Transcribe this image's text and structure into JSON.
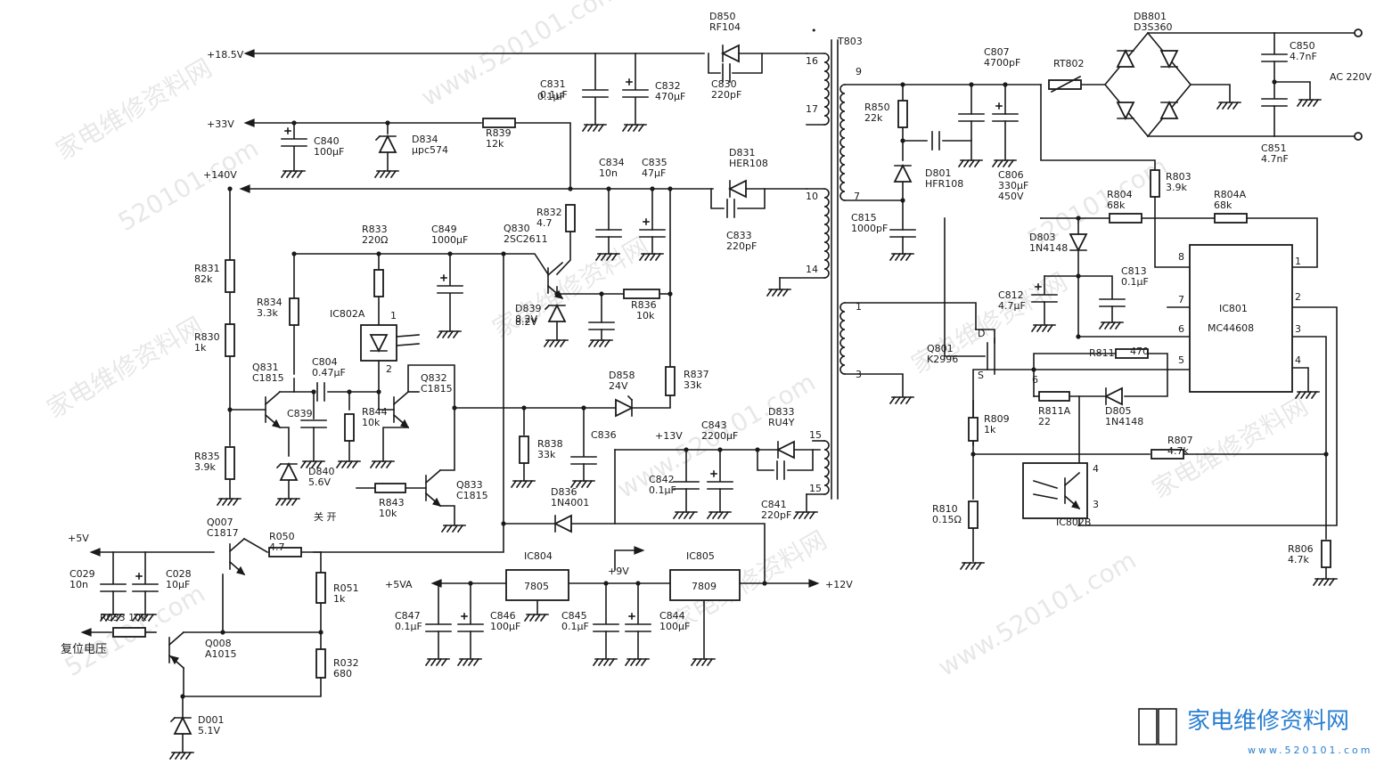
{
  "rails": {
    "v185": "+18.5V",
    "v33": "+33V",
    "v140": "+140V",
    "v13": "+13V",
    "v12": "+12V",
    "v9": "+9V",
    "v5va": "+5VA",
    "v5": "+5V",
    "ac": "AC 220V",
    "reset": "复位电压",
    "switch": "关 开"
  },
  "ics": [
    {
      "ref": "IC801",
      "part": "MC44608",
      "pins": [
        "1",
        "2",
        "3",
        "4",
        "5",
        "6",
        "7",
        "8"
      ]
    },
    {
      "ref": "IC804",
      "part": "7805"
    },
    {
      "ref": "IC805",
      "part": "7809"
    }
  ],
  "transformer": {
    "ref": "T803",
    "pins": [
      "16",
      "17",
      "10",
      "14",
      "15",
      "15",
      "9",
      "7",
      "1",
      "3"
    ]
  },
  "components": {
    "D850": [
      "D850",
      "RF104"
    ],
    "C830": [
      "C830",
      "220pF"
    ],
    "C831": [
      "C831",
      "0.1μF"
    ],
    "C832": [
      "C832",
      "470μF"
    ],
    "C840": [
      "C840",
      "100μF"
    ],
    "D834": [
      "D834",
      "μpc574"
    ],
    "R839": [
      "R839",
      "12k"
    ],
    "C834": [
      "C834",
      "10n"
    ],
    "C835": [
      "C835",
      "47μF"
    ],
    "D831": [
      "D831",
      "HER108"
    ],
    "C833": [
      "C833",
      "220pF"
    ],
    "R832": [
      "R832",
      "4.7"
    ],
    "R833": [
      "R833",
      "220Ω"
    ],
    "C849": [
      "C849",
      "1000μF"
    ],
    "Q830": [
      "Q830",
      "2SC2611"
    ],
    "R831": [
      "R831",
      "82k"
    ],
    "R834": [
      "R834",
      "3.3k"
    ],
    "IC802A": [
      "IC802A"
    ],
    "D839": [
      "D839",
      "8.2V"
    ],
    "R836": [
      "R836",
      "10k"
    ],
    "R830": [
      "R830",
      "1k"
    ],
    "Q831": [
      "Q831",
      "C1815"
    ],
    "C804": [
      "C804",
      "0.47μF"
    ],
    "C839": [
      "C839"
    ],
    "R844": [
      "R844",
      "10k"
    ],
    "Q832": [
      "Q832",
      "C1815"
    ],
    "D858": [
      "D858",
      "24V"
    ],
    "R837": [
      "R837",
      "33k"
    ],
    "R835": [
      "R835",
      "3.9k"
    ],
    "D840": [
      "D840",
      "5.6V"
    ],
    "R838": [
      "R838",
      "33k"
    ],
    "C836": [
      "C836"
    ],
    "C843": [
      "C843",
      "2200μF"
    ],
    "D833": [
      "D833",
      "RU4Y"
    ],
    "C841": [
      "C841",
      "220pF"
    ],
    "C842": [
      "C842",
      "0.1μF"
    ],
    "R843": [
      "R843",
      "10k"
    ],
    "Q833": [
      "Q833",
      "C1815"
    ],
    "D836": [
      "D836",
      "1N4001"
    ],
    "Q007": [
      "Q007",
      "C1817"
    ],
    "R050": [
      "R050",
      "4.7"
    ],
    "C029": [
      "C029",
      "10n"
    ],
    "C028": [
      "C028",
      "10μF"
    ],
    "R051": [
      "R051",
      "1k"
    ],
    "R033": [
      "R033",
      "10k"
    ],
    "Q008": [
      "Q008",
      "A1015"
    ],
    "R032": [
      "R032",
      "680"
    ],
    "D001": [
      "D001",
      "5.1V"
    ],
    "C847": [
      "C847",
      "0.1μF"
    ],
    "C846": [
      "C846",
      "100μF"
    ],
    "C845": [
      "C845",
      "0.1μF"
    ],
    "C844": [
      "C844",
      "100μF"
    ],
    "DB801": [
      "DB801",
      "D3S360"
    ],
    "C850": [
      "C850",
      "4.7nF"
    ],
    "C851": [
      "C851",
      "4.7nF"
    ],
    "C807": [
      "C807",
      "4700pF"
    ],
    "RT802": [
      "RT802"
    ],
    "R850": [
      "R850",
      "22k"
    ],
    "D801": [
      "D801",
      "HFR108"
    ],
    "C806": [
      "C806",
      "330μF",
      "450V"
    ],
    "C815": [
      "C815",
      "1000pF"
    ],
    "R803": [
      "R803",
      "3.9k"
    ],
    "R804": [
      "R804",
      "68k"
    ],
    "R804A": [
      "R804A",
      "68k"
    ],
    "D803": [
      "D803",
      "1N4148"
    ],
    "C813": [
      "C813",
      "0.1μF"
    ],
    "C812": [
      "C812",
      "4.7μF"
    ],
    "Q801": [
      "Q801",
      "K2996"
    ],
    "R811": [
      "R811",
      "470"
    ],
    "R811A": [
      "R811A",
      "22"
    ],
    "D805": [
      "D805",
      "1N4148"
    ],
    "R809": [
      "R809",
      "1k"
    ],
    "R807": [
      "R807",
      "4.7k"
    ],
    "R810": [
      "R810",
      "0.15Ω"
    ],
    "IC802B": [
      "IC802B"
    ],
    "R806": [
      "R806",
      "4.7k"
    ]
  },
  "footer": {
    "brand": "家电维修资料网",
    "url": "www.520101.com"
  },
  "watermarks": [
    "家电维修资料网",
    "www.520101.com",
    "520101.com"
  ]
}
